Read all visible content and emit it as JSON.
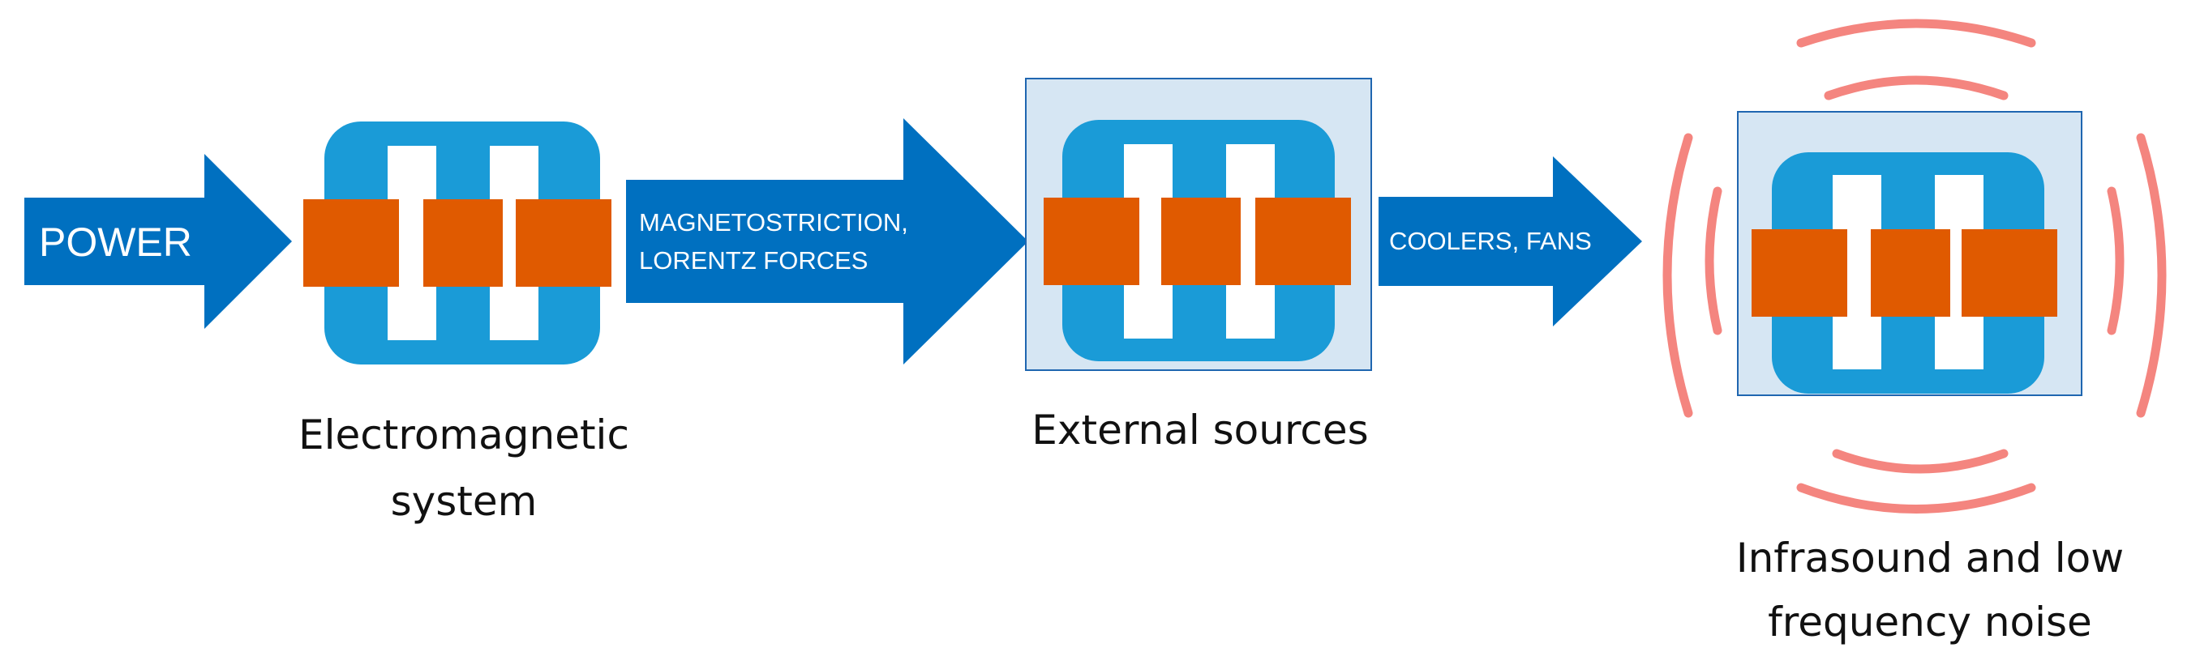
{
  "arrows": {
    "power": "POWER",
    "magneto_line1": "MAGNETOSTRICTION,",
    "magneto_line2": "LORENTZ FORCES",
    "coolers": "COOLERS, FANS"
  },
  "captions": {
    "em_line1": "Electromagnetic",
    "em_line2": "system",
    "external": "External sources",
    "noise_line1": "Infrasound and low",
    "noise_line2": "frequency noise"
  },
  "colors": {
    "arrow_blue": "#0070c0",
    "core_blue": "#1a9bd7",
    "coil_orange": "#e05a00",
    "panel_blue": "#d6e6f3",
    "wave_red": "#f4857f"
  }
}
